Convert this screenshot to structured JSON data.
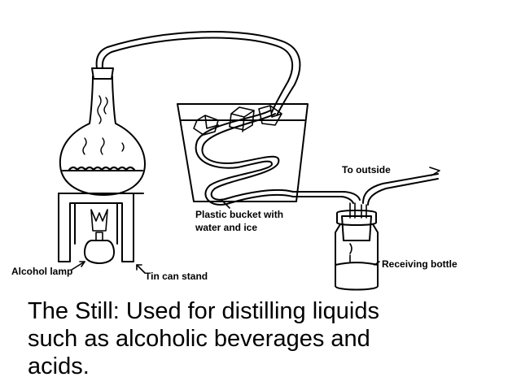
{
  "labels": {
    "to_outside": "To outside",
    "bucket_line1": "Plastic bucket with",
    "bucket_line2": "water and ice",
    "alcohol_lamp": "Alcohol lamp",
    "tin_can": "Tin can stand",
    "receiving_bottle": "Receiving bottle"
  },
  "caption": {
    "line1": "The Still: Used for distilling liquids",
    "line2": "such as alcoholic beverages and",
    "line3": "acids."
  }
}
